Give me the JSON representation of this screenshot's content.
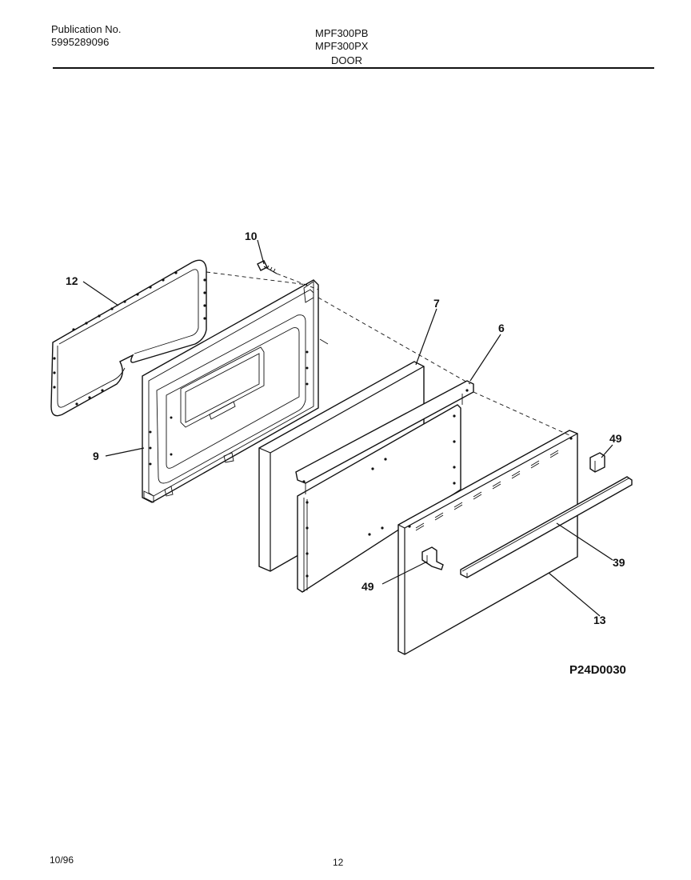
{
  "header": {
    "publication_label": "Publication No.",
    "publication_number": "5995289096",
    "model_1": "MPF300PB",
    "model_2": "MPF300PX",
    "section_title": "DOOR"
  },
  "diagram": {
    "callouts": {
      "c10": "10",
      "c12": "12",
      "c7": "7",
      "c6": "6",
      "c9": "9",
      "c49_right": "49",
      "c49_left": "49",
      "c39": "39",
      "c13": "13"
    },
    "reference_code": "P24D0030"
  },
  "footer": {
    "date": "10/96",
    "page_number": "12"
  }
}
